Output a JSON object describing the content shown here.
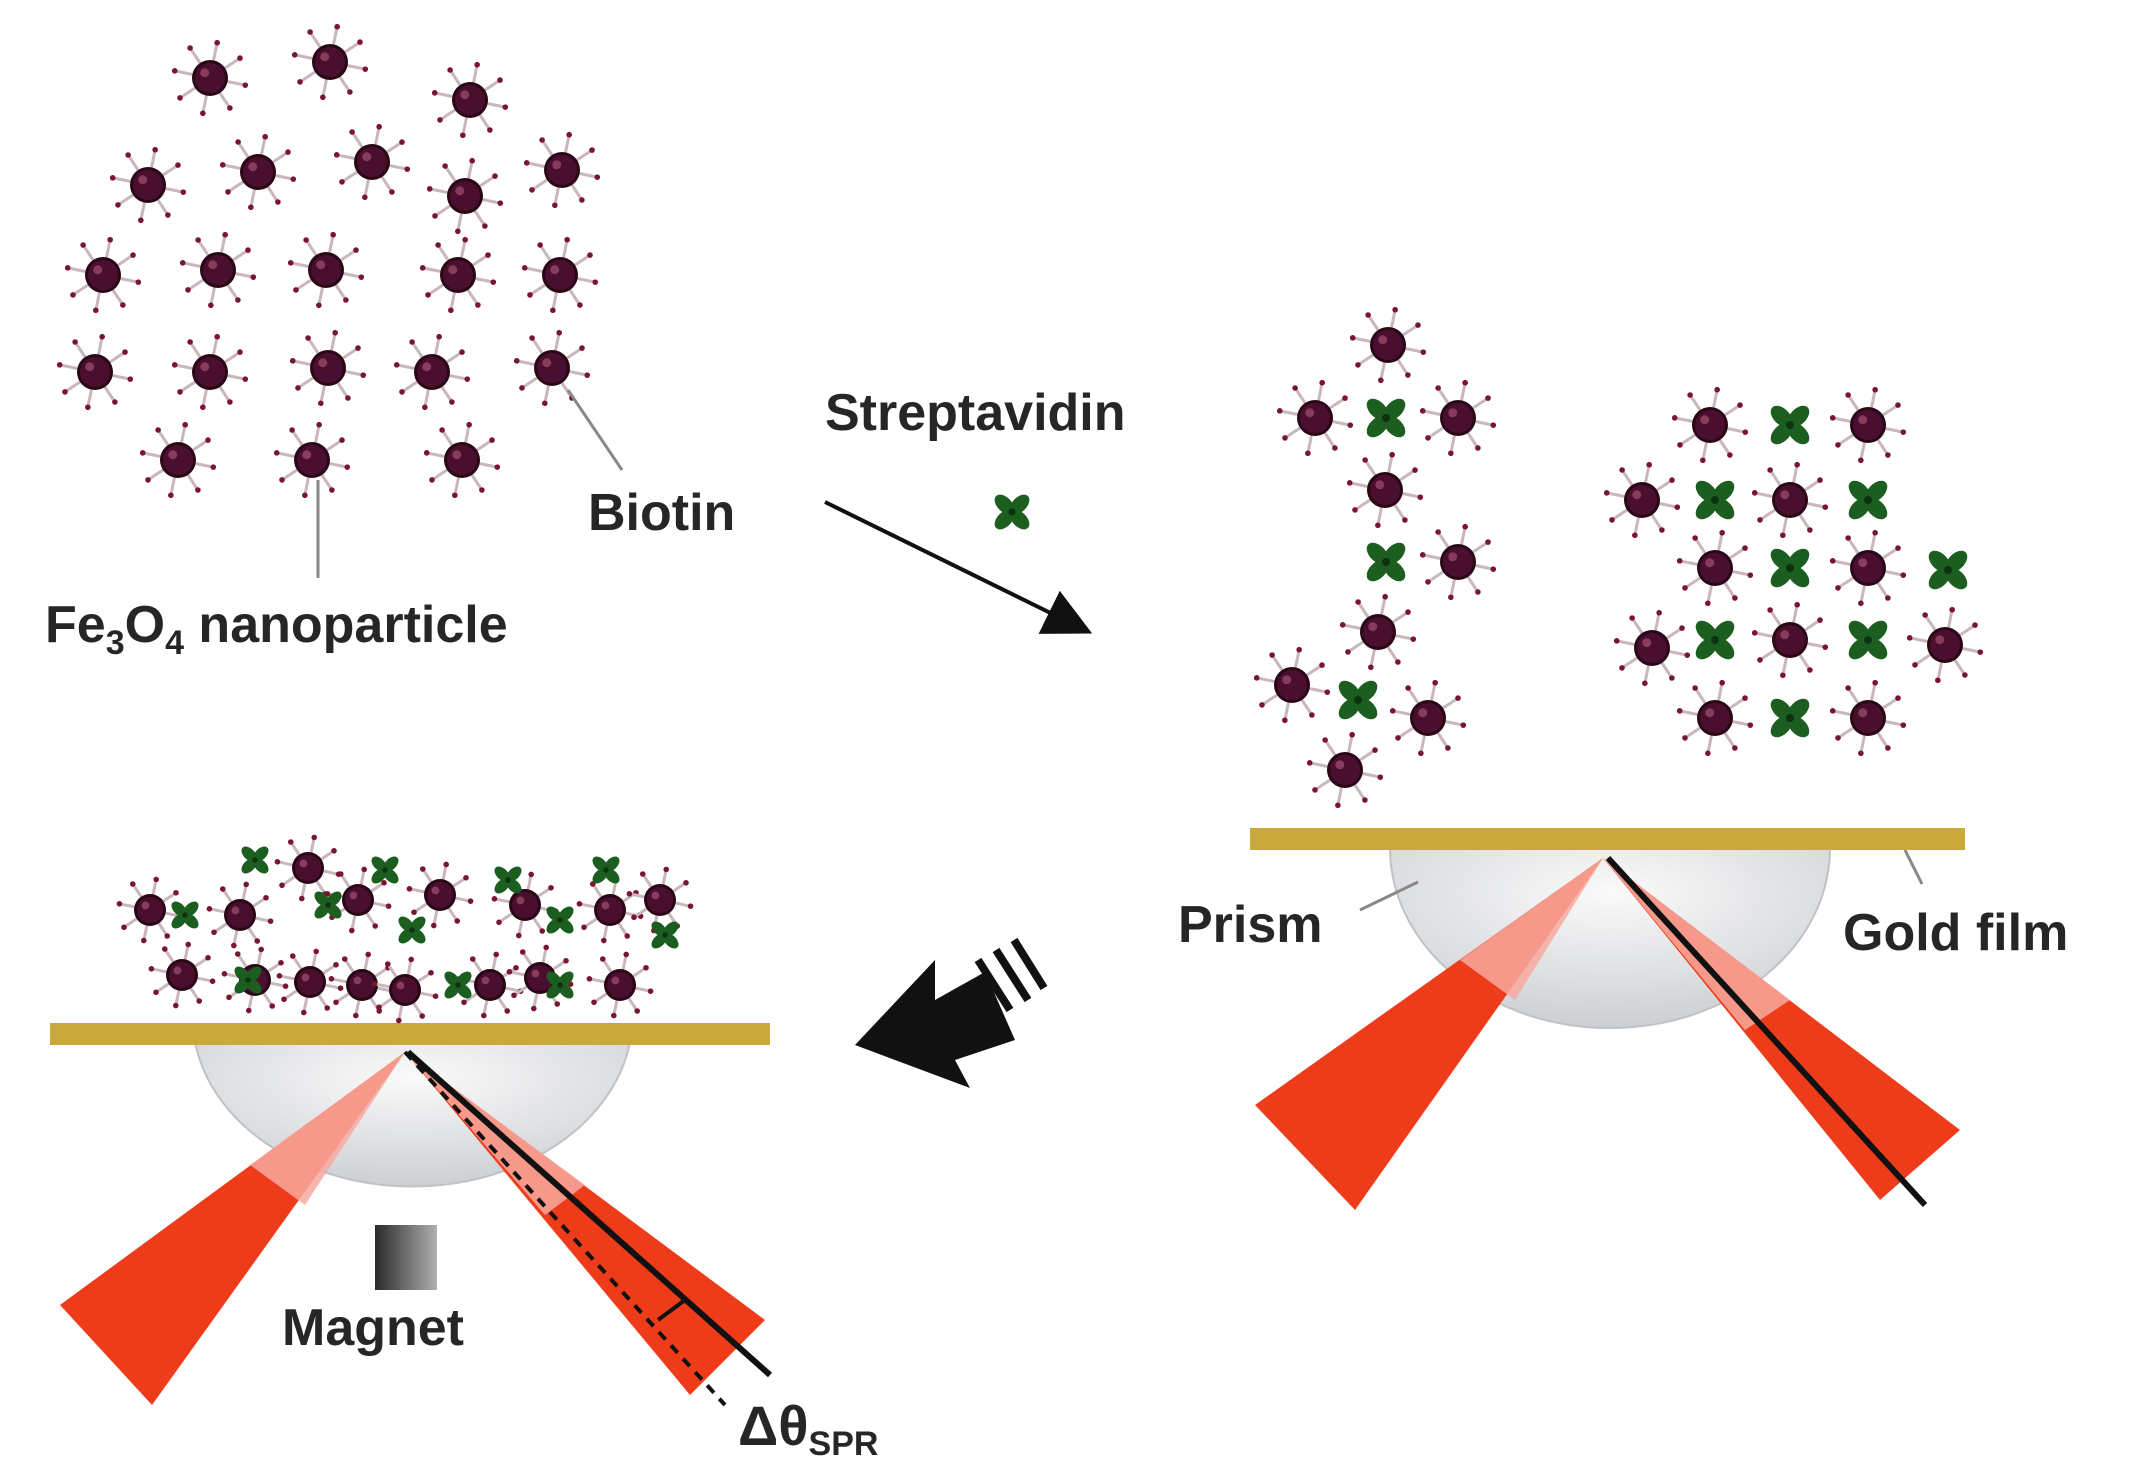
{
  "labels": {
    "nanoparticle_prefix": "Fe",
    "nanoparticle_sub1": "3",
    "nanoparticle_mid": "O",
    "nanoparticle_sub2": "4",
    "nanoparticle_suffix": " nanoparticle",
    "biotin": "Biotin",
    "streptavidin": "Streptavidin",
    "prism": "Prism",
    "gold_film": "Gold film",
    "magnet": "Magnet",
    "delta_theta": "Δθ",
    "delta_theta_sub": "SPR"
  },
  "colors": {
    "particle_core": "#4a0f2e",
    "particle_ligand": "#7a1530",
    "streptavidin": "#1b5e20",
    "gold_film": "#c8a93a",
    "laser_beam": "#ee3c1a",
    "prism": "#e4e6e8",
    "arrow": "#111111"
  }
}
